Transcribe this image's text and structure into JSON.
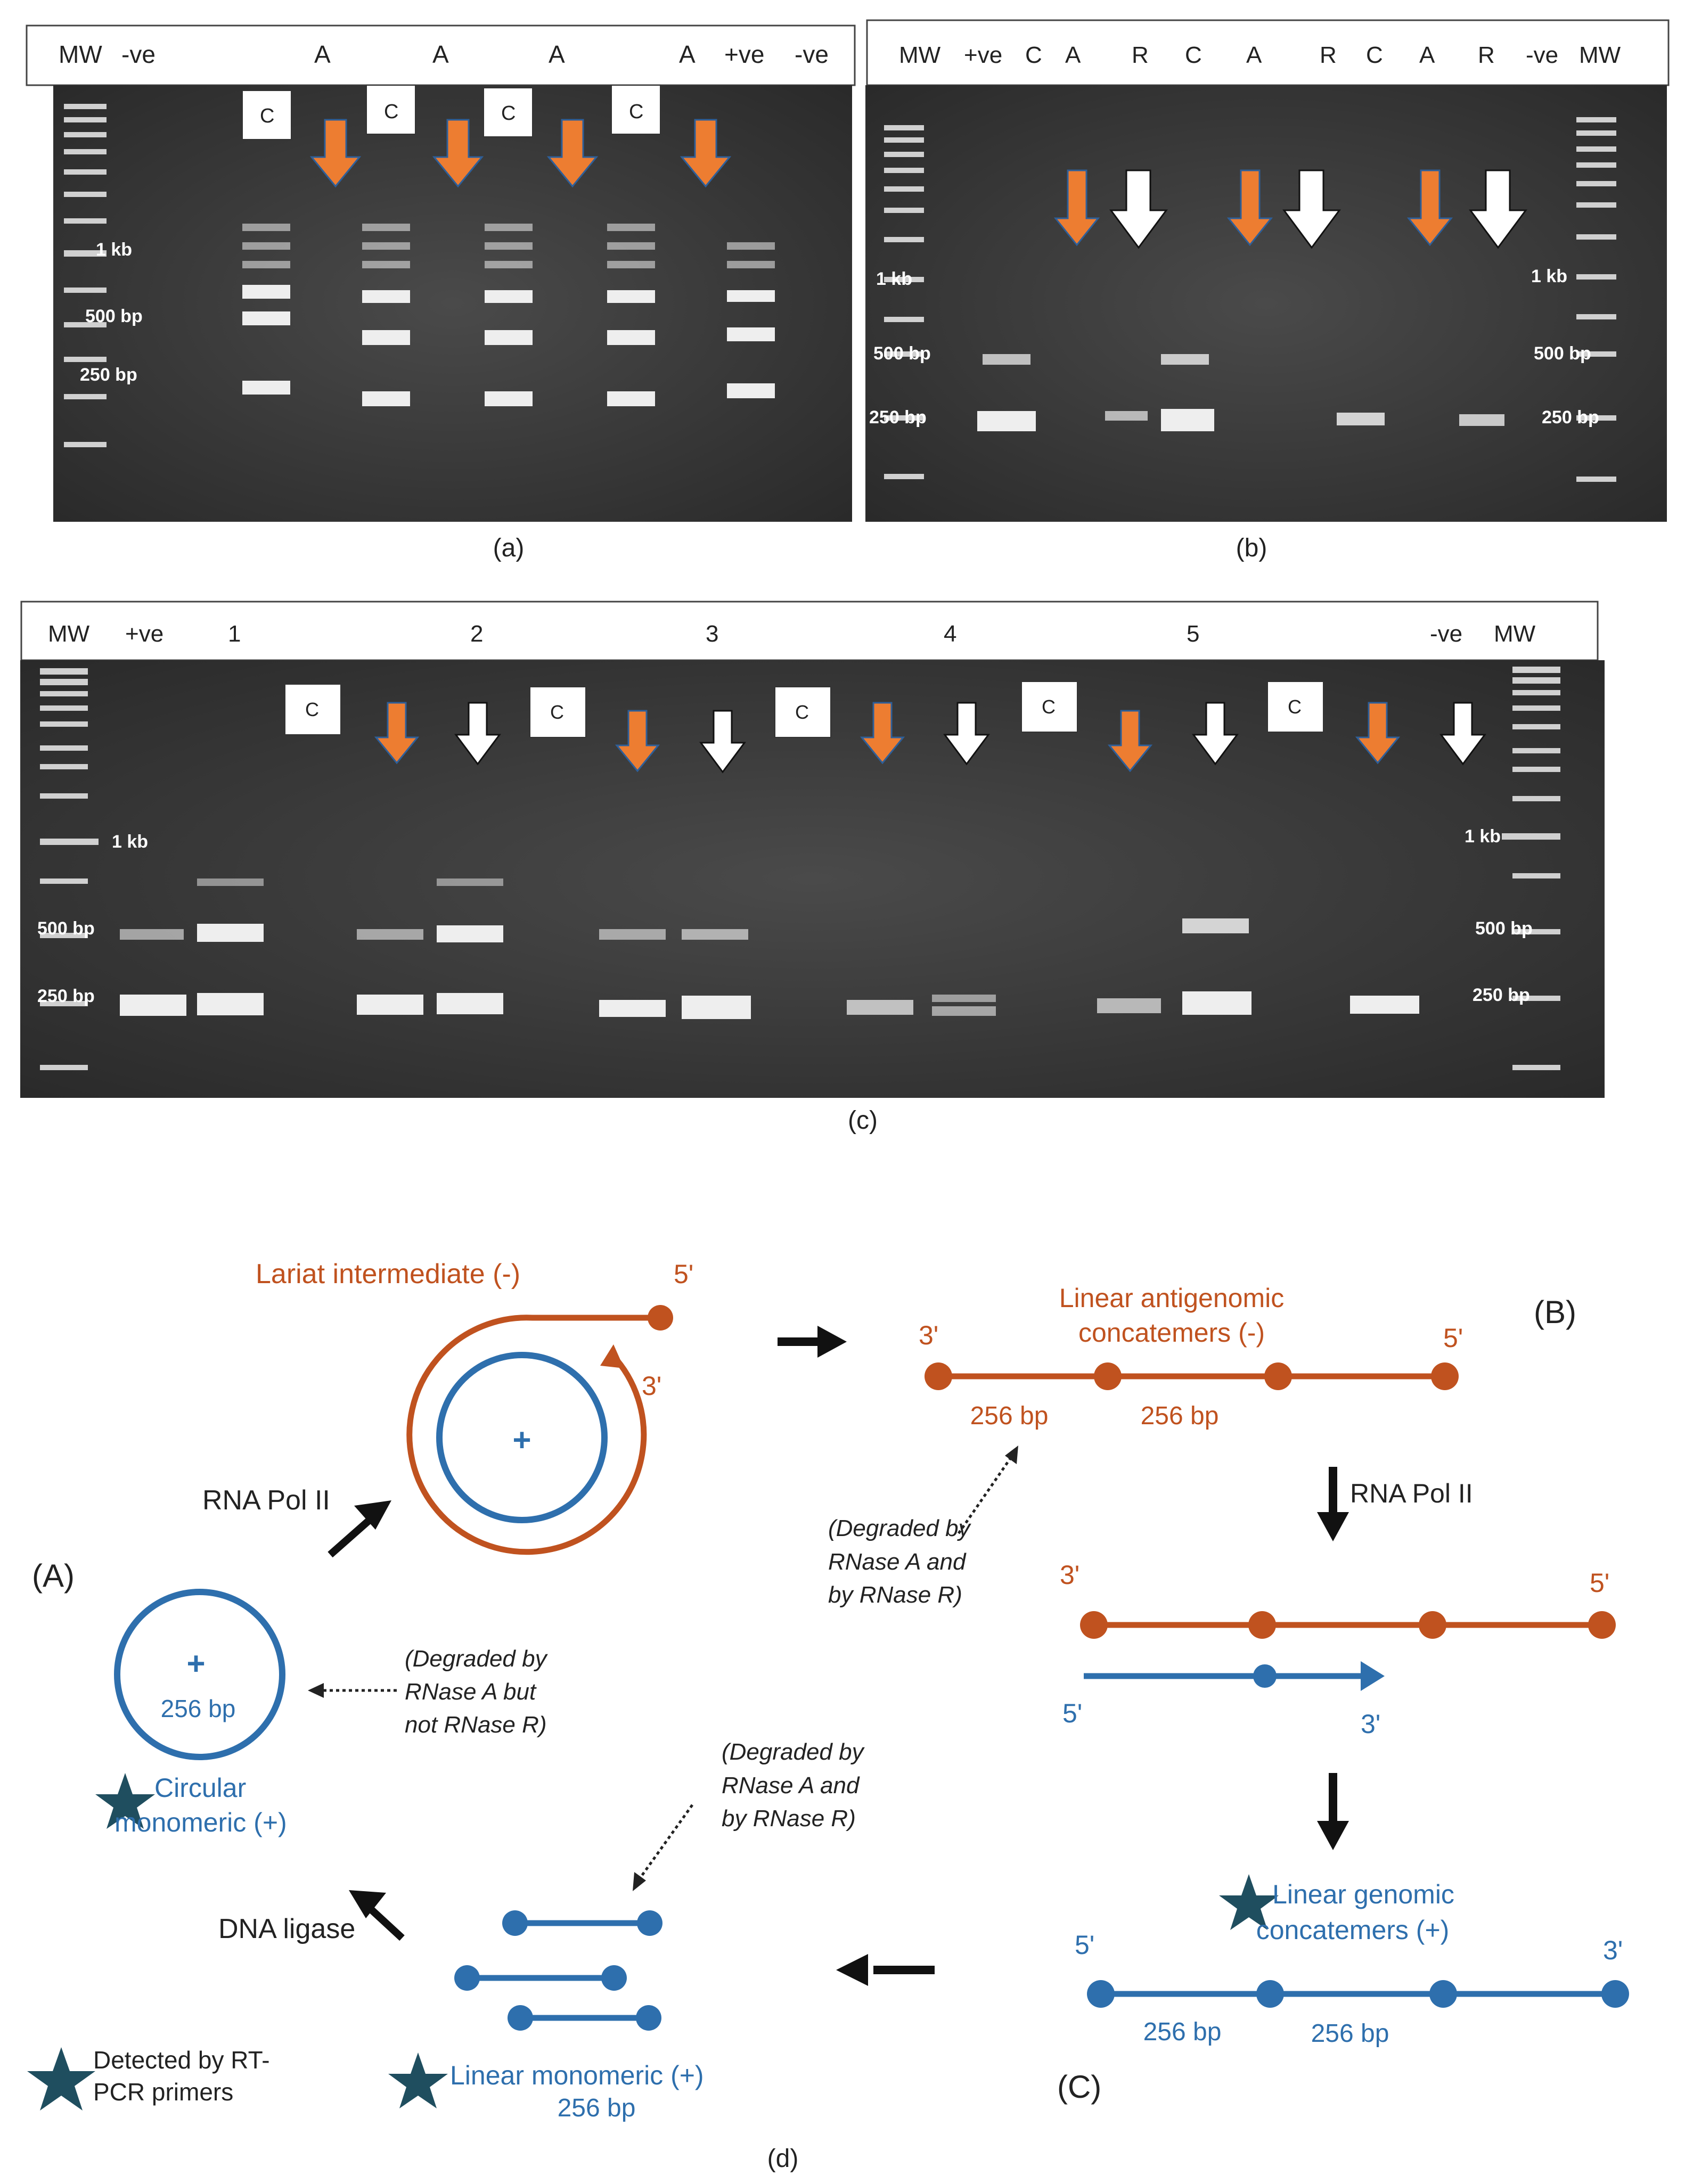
{
  "colors": {
    "gel_bg": "#3a3a3a",
    "gel_band": "#f2f2f2",
    "ladder": "#d9d9d9",
    "orange": "#ed7d31",
    "white_arrow": "#ffffff",
    "minus_strand": "#c0521f",
    "plus_strand": "#2e6fad",
    "star": "#1f4e5f"
  },
  "icons": [
    "orange-arrow-icon",
    "white-arrow-icon",
    "star-icon",
    "black-arrow-icon"
  ],
  "panel_a": {
    "caption": "(a)",
    "lane_labels": [
      "MW",
      "-ve",
      "A",
      "A",
      "A",
      "A",
      "+ve",
      "-ve"
    ],
    "c_labels": [
      "C",
      "C",
      "C",
      "C"
    ],
    "size_labels": [
      "1 kb",
      "500 bp",
      "250 bp"
    ]
  },
  "panel_b": {
    "caption": "(b)",
    "lane_labels": [
      "MW",
      "+ve",
      "C",
      "A",
      "R",
      "C",
      "A",
      "R",
      "C",
      "A",
      "R",
      "-ve",
      "MW"
    ],
    "size_labels_left": [
      "1 kb",
      "500 bp",
      "250 bp"
    ],
    "size_labels_right": [
      "1 kb",
      "500 bp",
      "250 bp"
    ]
  },
  "panel_c": {
    "caption": "(c)",
    "lane_labels": [
      "MW",
      "+ve",
      "1",
      "2",
      "3",
      "4",
      "5",
      "-ve",
      "MW"
    ],
    "c_labels": [
      "C",
      "C",
      "C",
      "C",
      "C"
    ],
    "size_labels_left": [
      "1 kb",
      "500 bp",
      "250 bp"
    ],
    "size_labels_right": [
      "1 kb",
      "500 bp",
      "250 bp"
    ]
  },
  "panel_d": {
    "caption": "(d)",
    "lariat_title": "Lariat intermediate (-)",
    "five_prime": "5'",
    "three_prime": "3'",
    "plus": "+",
    "rna_pol": "RNA Pol II",
    "label_A": "(A)",
    "label_B": "(B)",
    "label_C": "(C)",
    "circle_size": "256 bp",
    "circular_line1": "Circular",
    "circular_line2": "monomeric (+)",
    "degraded_a_not_r": [
      "(Degraded by",
      "RNase A but",
      "not RNase R)"
    ],
    "degraded_a_and_r": [
      "(Degraded by",
      "RNase A and",
      "by RNase R)"
    ],
    "linear_anti_line1": "Linear antigenomic",
    "linear_anti_line2": "concatemers (-)",
    "seg_bp": "256 bp",
    "linear_gen_line1": "Linear genomic",
    "linear_gen_line2": "concatemers (+)",
    "dna_ligase": "DNA ligase",
    "linear_mono": "Linear monomeric (+)",
    "linear_mono_bp": "256 bp",
    "detected_line1": "Detected by RT-",
    "detected_line2": "PCR primers"
  }
}
